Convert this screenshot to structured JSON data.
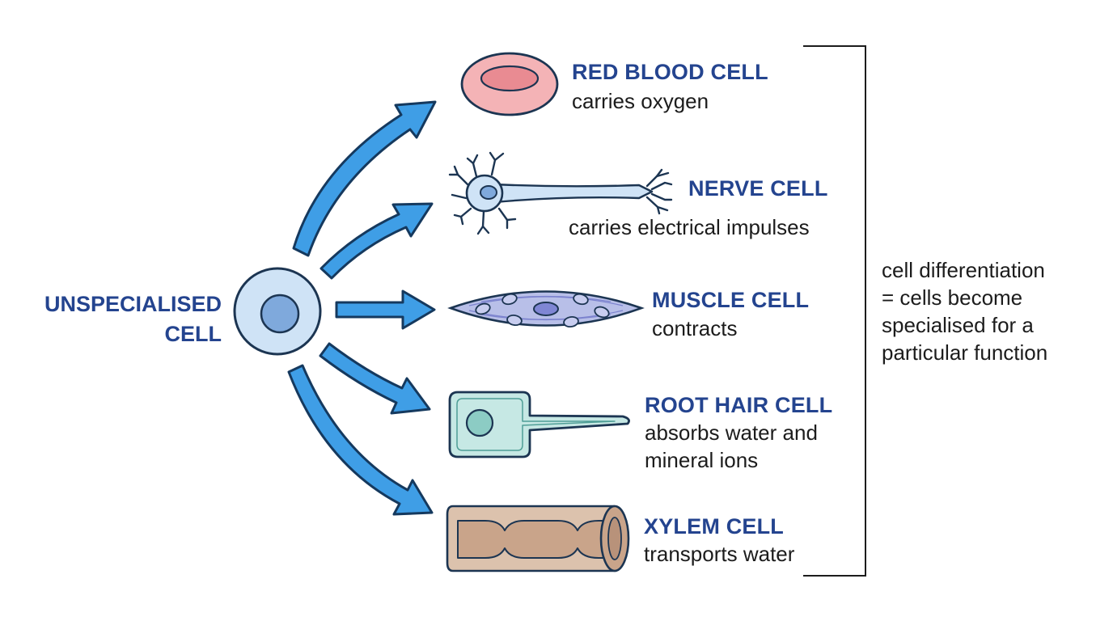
{
  "source": {
    "line1": "UNSPECIALISED",
    "line2": "CELL"
  },
  "cells": [
    {
      "title": "RED BLOOD CELL",
      "desc1": "carries oxygen",
      "icon": "red-blood-cell-icon",
      "color": "#f0a3a8"
    },
    {
      "title": "NERVE CELL",
      "desc1": "carries electrical impulses",
      "icon": "nerve-cell-icon",
      "color": "#c3dcf4"
    },
    {
      "title": "MUSCLE CELL",
      "desc1": "contracts",
      "icon": "muscle-cell-icon",
      "color": "#b8bfe8"
    },
    {
      "title": "ROOT HAIR CELL",
      "desc1": "absorbs water and",
      "desc2": "mineral ions",
      "icon": "root-hair-cell-icon",
      "color": "#c6e8e4"
    },
    {
      "title": "XYLEM CELL",
      "desc1": "transports water",
      "icon": "xylem-cell-icon",
      "color": "#dcc2ad"
    }
  ],
  "note": {
    "line1": "cell differentiation",
    "line2": "= cells become",
    "line3": "specialised for a",
    "line4": "particular function"
  },
  "colors": {
    "title": "#24448f",
    "arrow_fill": "#3f9ee6",
    "outline": "#1c3552"
  }
}
